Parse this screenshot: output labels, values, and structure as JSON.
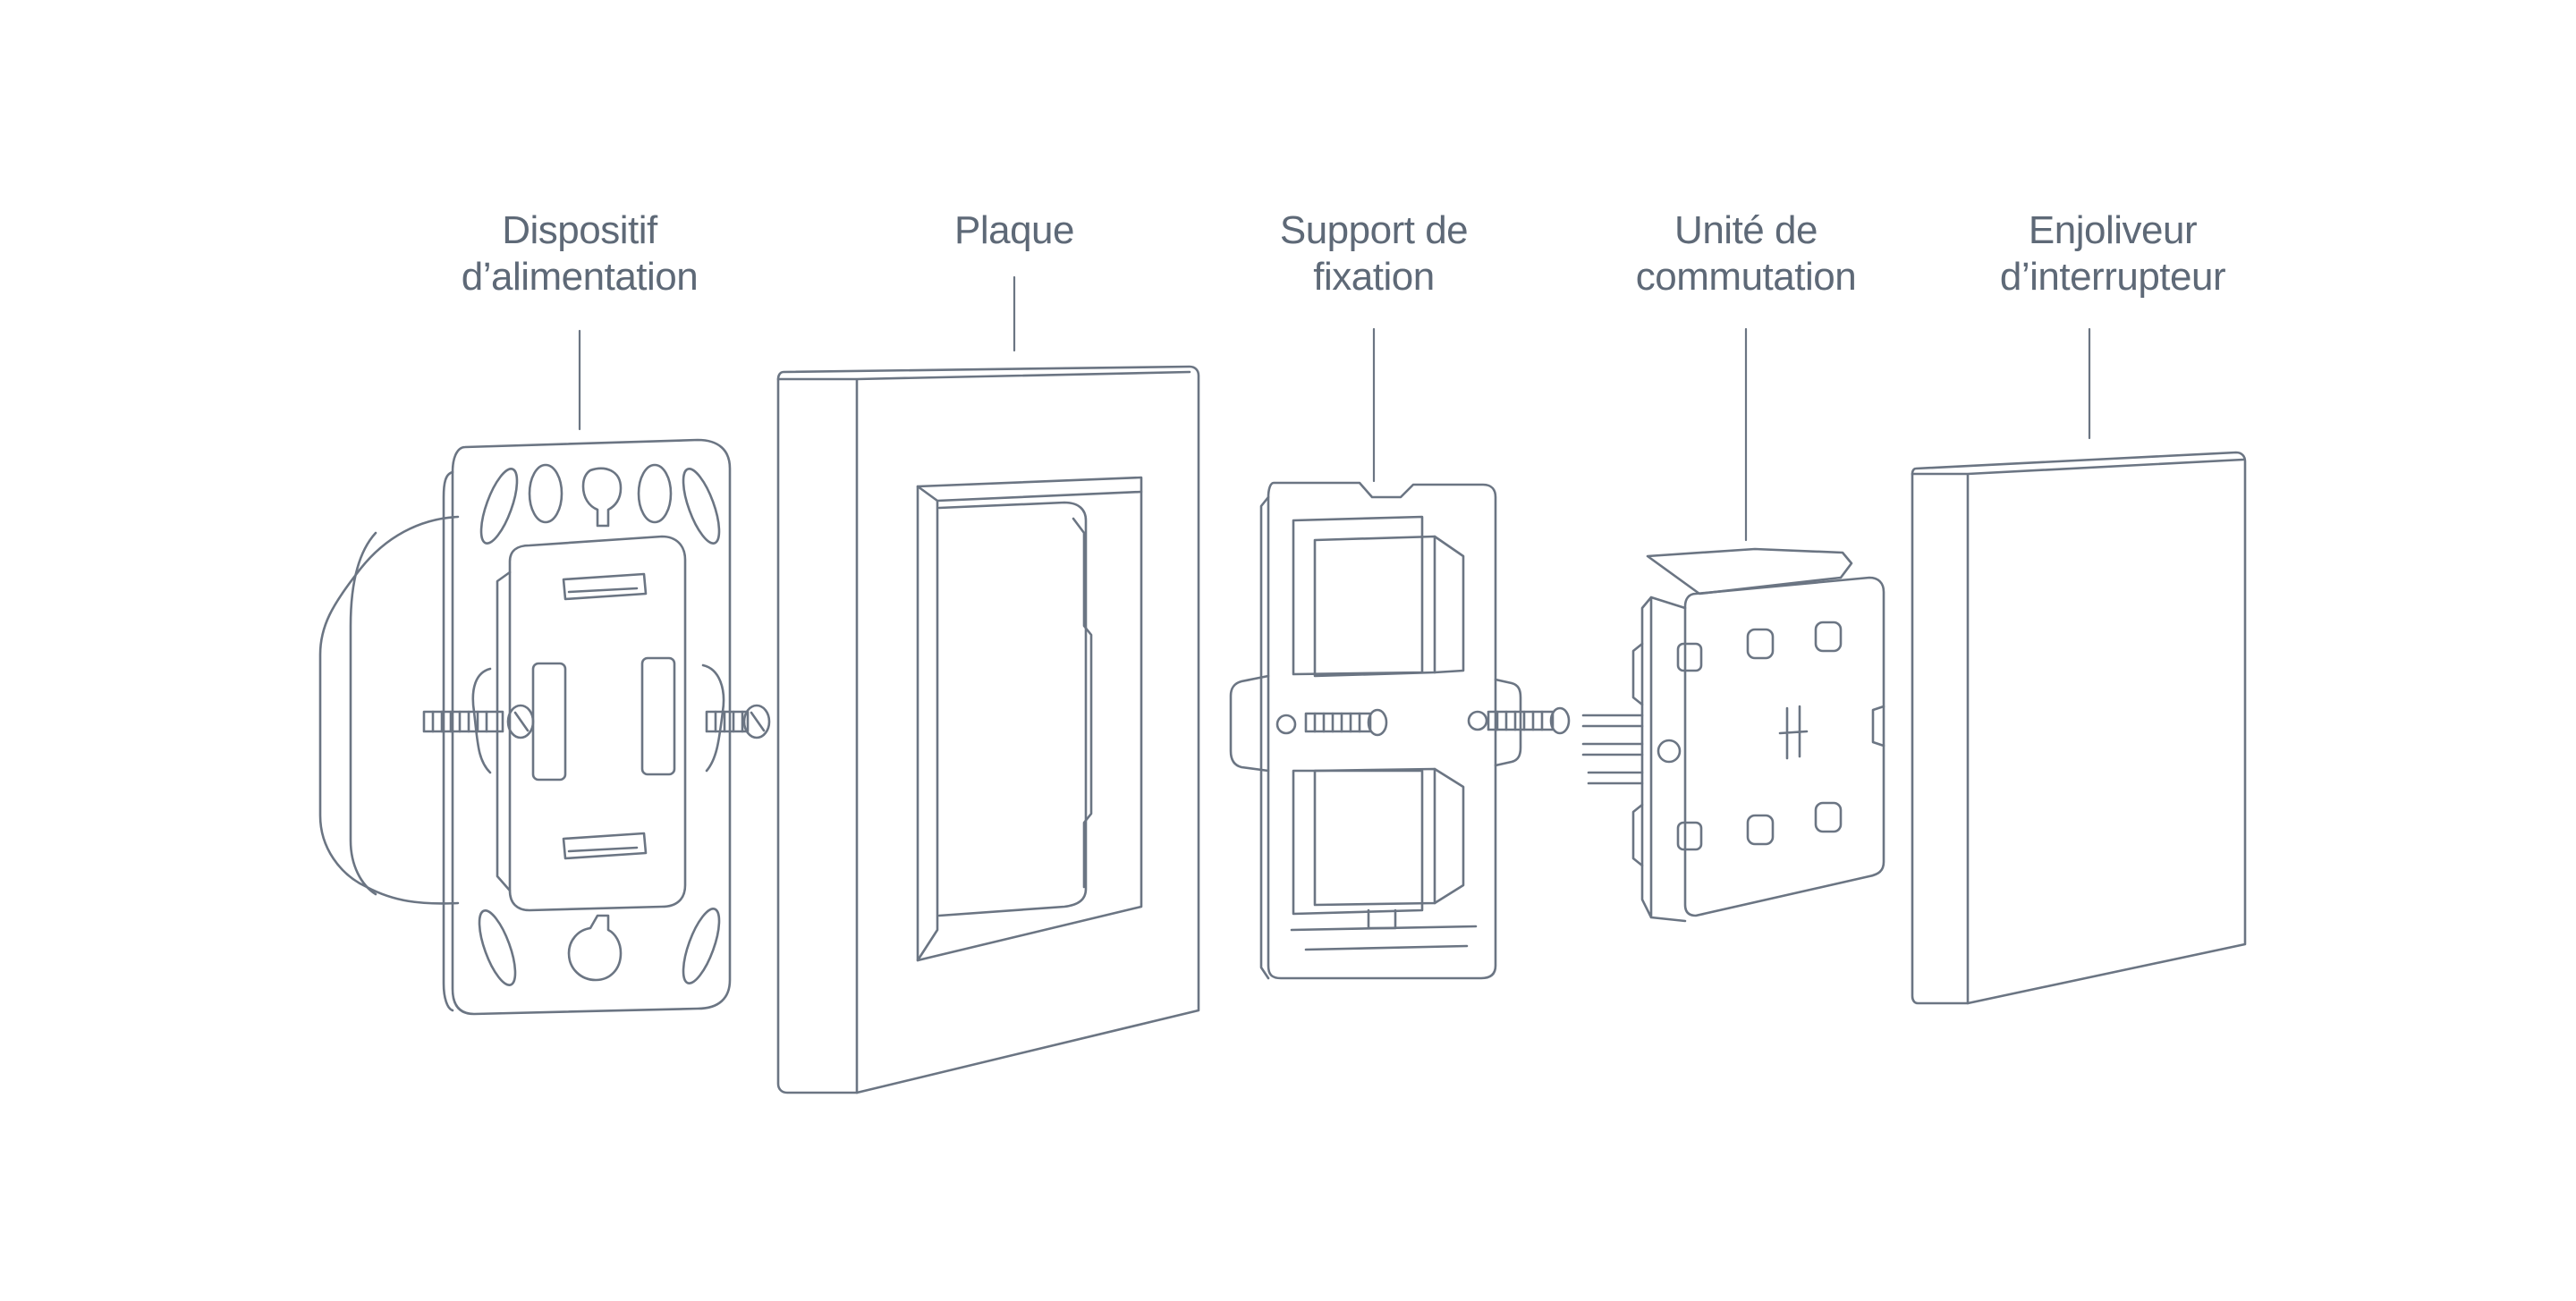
{
  "labels": {
    "power_device": {
      "line1": "Dispositif",
      "line2": "d’alimentation"
    },
    "plate": {
      "line1": "Plaque"
    },
    "mounting_bracket": {
      "line1": "Support de",
      "line2": "fixation"
    },
    "switching_unit": {
      "line1": "Unité de",
      "line2": "commutation"
    },
    "switch_cover": {
      "line1": "Enjoliveur",
      "line2": "d’interrupteur"
    }
  },
  "colors": {
    "stroke": "#6b7583",
    "label": "#5e6977",
    "background": "#ffffff"
  }
}
